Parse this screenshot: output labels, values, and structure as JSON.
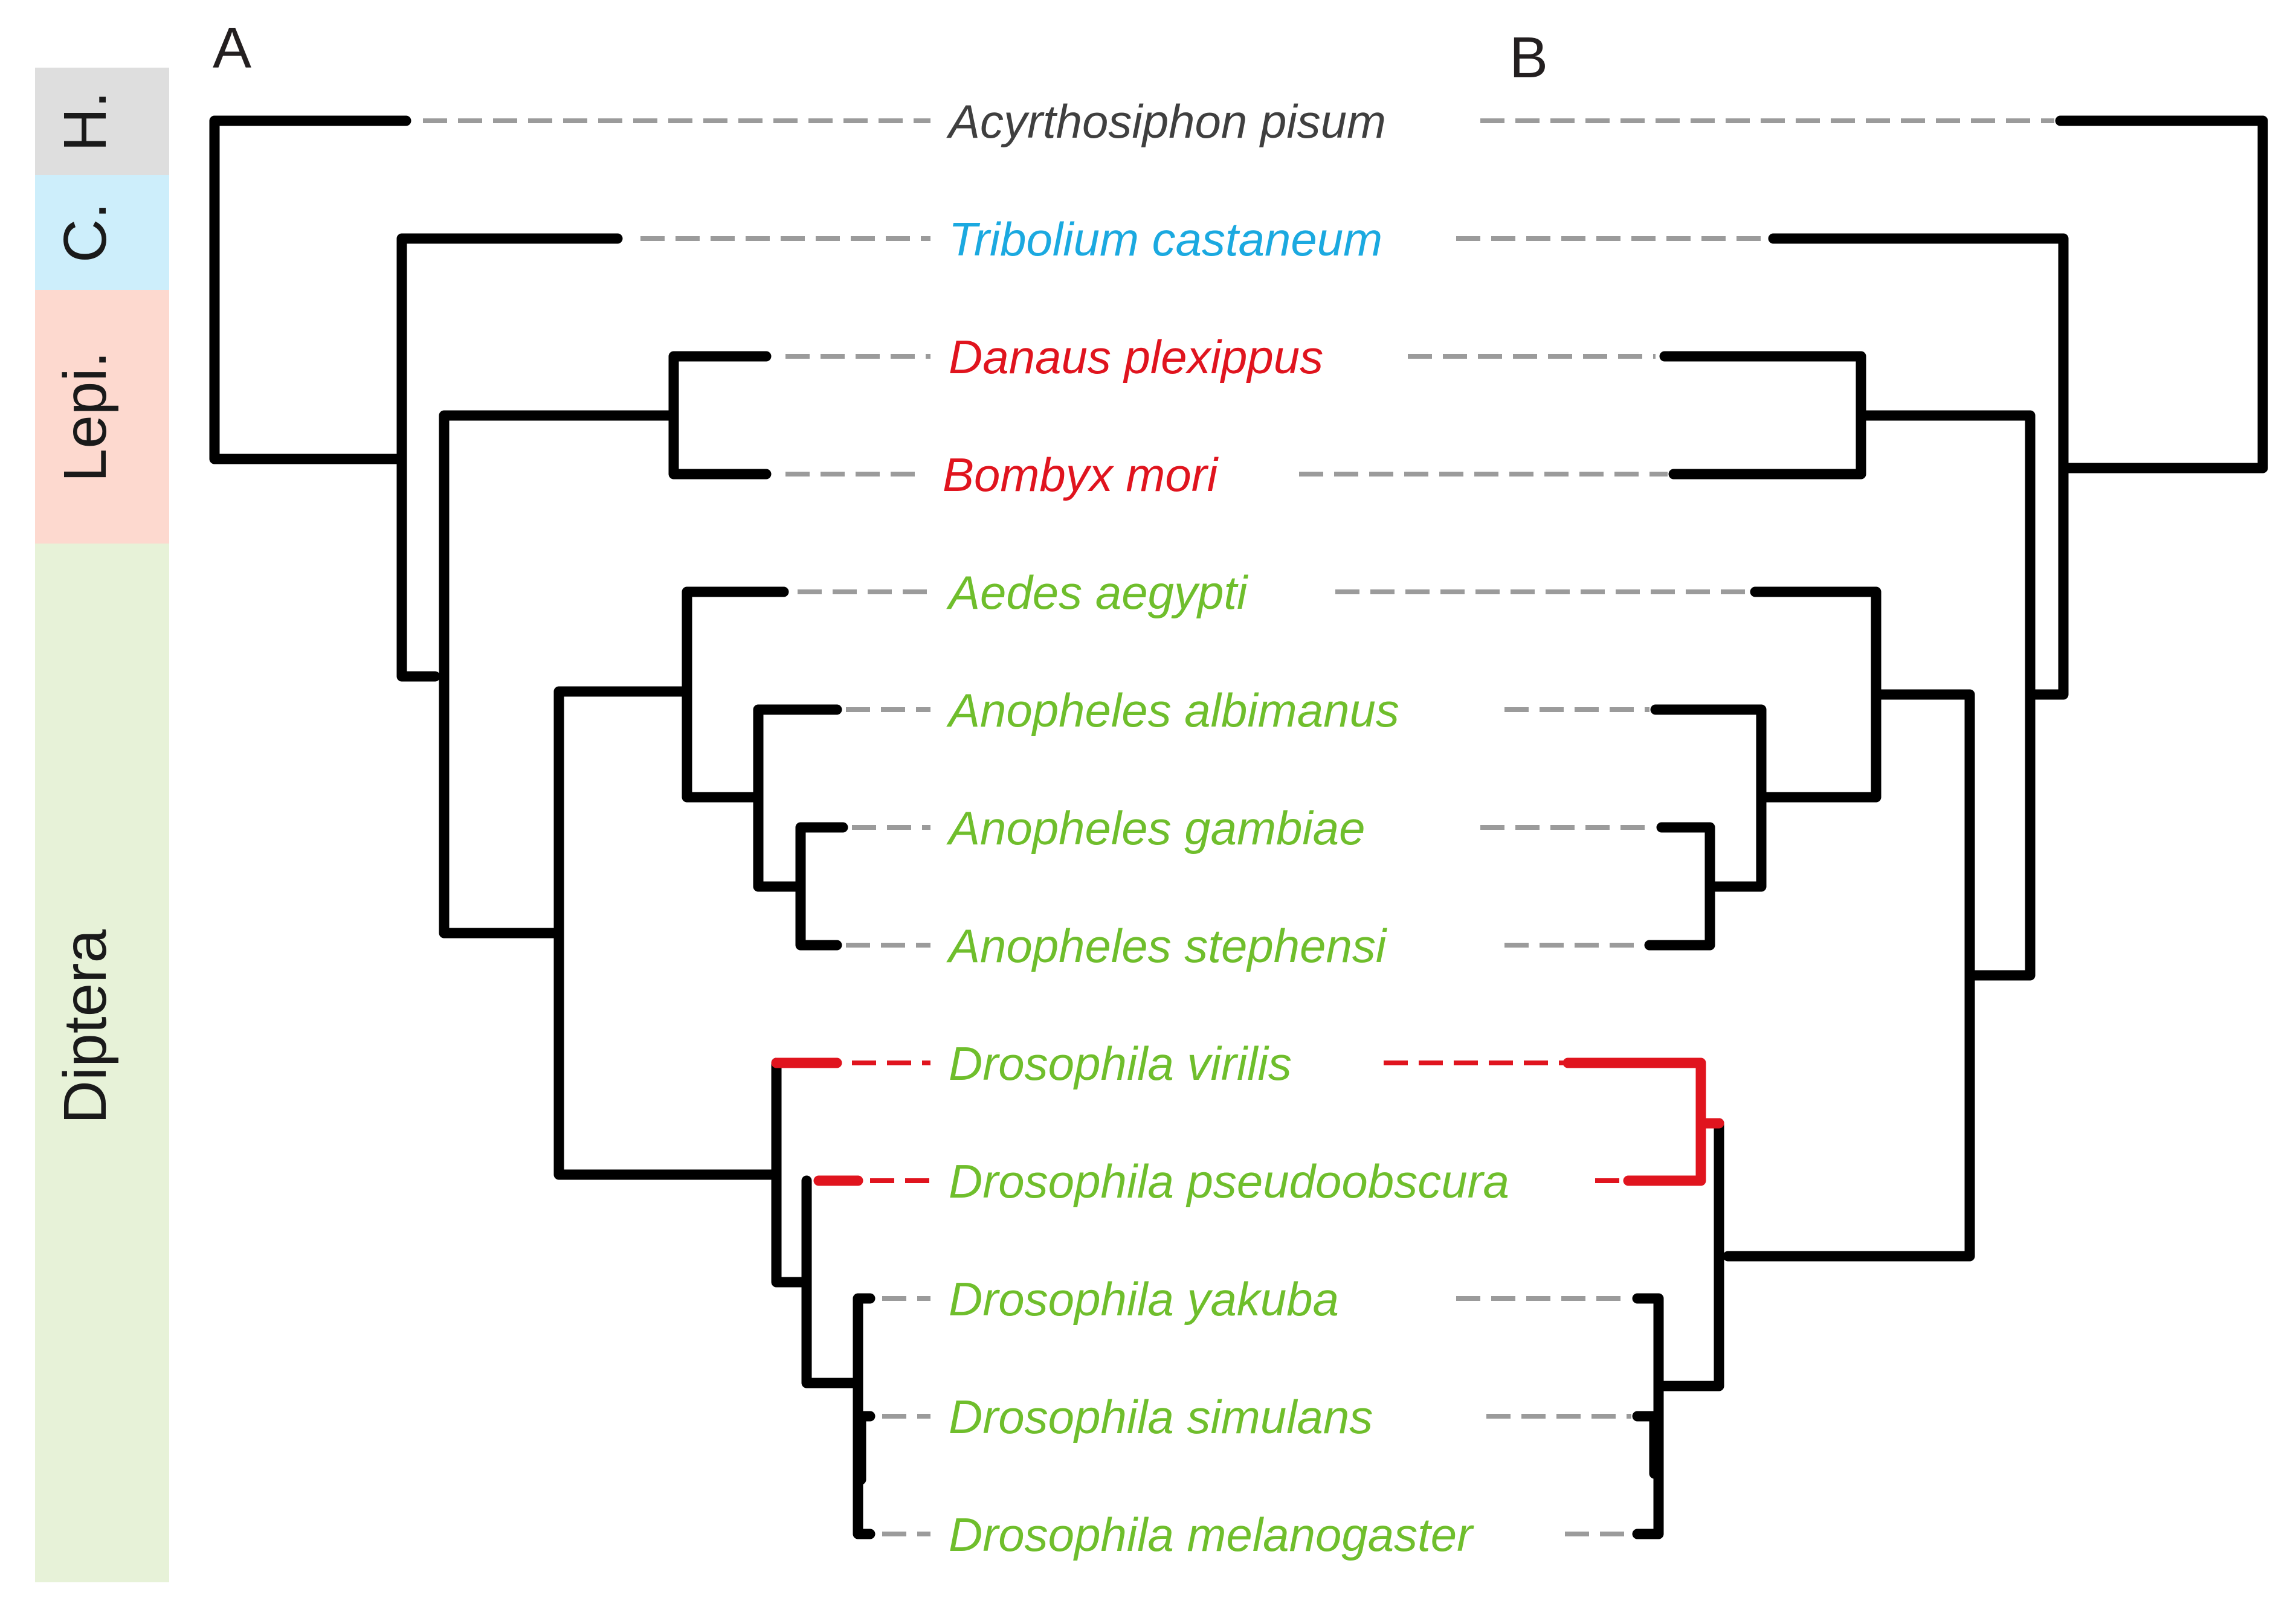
{
  "panels": {
    "left_label": "A",
    "right_label": "B"
  },
  "groups": [
    {
      "key": "hemiptera",
      "label": "H.",
      "color": "#dedede"
    },
    {
      "key": "coleoptera",
      "label": "C.",
      "color": "#cdeefb"
    },
    {
      "key": "lepidoptera",
      "label": "Lepi.",
      "color": "#fdd9cf"
    },
    {
      "key": "diptera",
      "label": "Diptera",
      "color": "#e7f2d8"
    }
  ],
  "taxa": [
    {
      "name": "Acyrthosiphon pisum",
      "color": "#3f3f3f",
      "group": "hemiptera"
    },
    {
      "name": "Tribolium castaneum",
      "color": "#1ba9e0",
      "group": "coleoptera"
    },
    {
      "name": "Danaus plexippus",
      "color": "#e0141e",
      "group": "lepidoptera"
    },
    {
      "name": "Bombyx mori",
      "color": "#e0141e",
      "group": "lepidoptera"
    },
    {
      "name": "Aedes aegypti",
      "color": "#6fbe2c",
      "group": "diptera"
    },
    {
      "name": "Anopheles albimanus",
      "color": "#6fbe2c",
      "group": "diptera"
    },
    {
      "name": "Anopheles gambiae",
      "color": "#6fbe2c",
      "group": "diptera"
    },
    {
      "name": "Anopheles stephensi",
      "color": "#6fbe2c",
      "group": "diptera"
    },
    {
      "name": "Drosophila virilis",
      "color": "#6fbe2c",
      "group": "diptera"
    },
    {
      "name": "Drosophila pseudoobscura",
      "color": "#6fbe2c",
      "group": "diptera"
    },
    {
      "name": "Drosophila yakuba",
      "color": "#6fbe2c",
      "group": "diptera"
    },
    {
      "name": "Drosophila simulans",
      "color": "#6fbe2c",
      "group": "diptera"
    },
    {
      "name": "Drosophila melanogaster",
      "color": "#6fbe2c",
      "group": "diptera"
    }
  ],
  "colors": {
    "branch": "#000000",
    "highlight": "#e0141e",
    "connector": "#9b9b9b"
  },
  "highlighted_taxa": [
    "Drosophila virilis",
    "Drosophila pseudoobscura"
  ]
}
